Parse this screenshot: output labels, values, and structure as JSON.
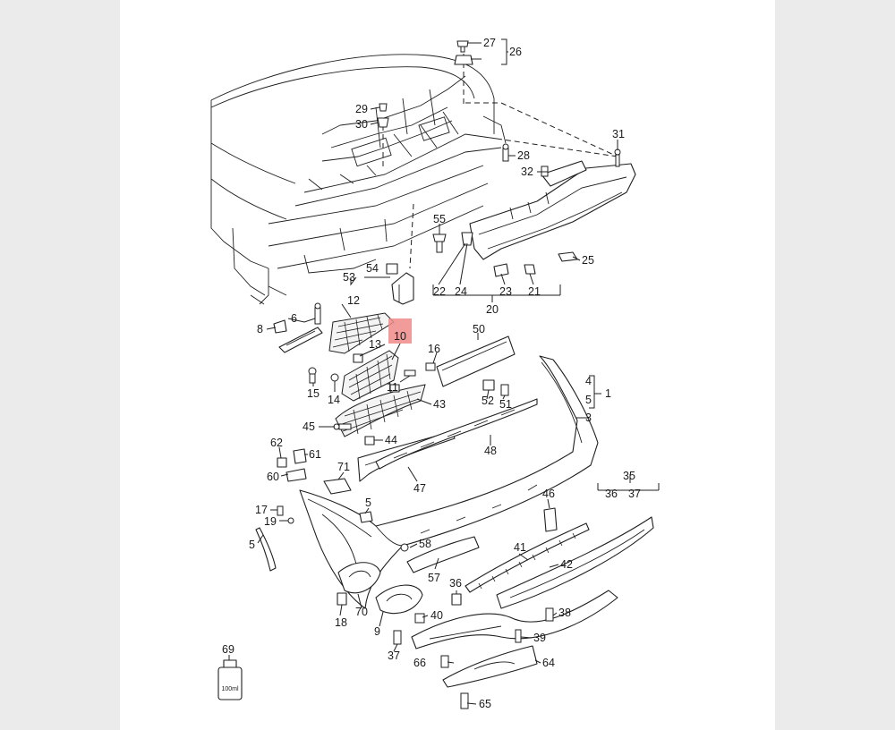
{
  "diagram": {
    "highlighted_callout": "10",
    "bottle_label": "100ml",
    "callouts": [
      {
        "id": "c1",
        "text": "1"
      },
      {
        "id": "c3",
        "text": "3"
      },
      {
        "id": "c4",
        "text": "4"
      },
      {
        "id": "c5",
        "text": "5"
      },
      {
        "id": "c5b",
        "text": "5"
      },
      {
        "id": "c6",
        "text": "6"
      },
      {
        "id": "c8",
        "text": "8"
      },
      {
        "id": "c9",
        "text": "9"
      },
      {
        "id": "c10",
        "text": "10"
      },
      {
        "id": "c11",
        "text": "11"
      },
      {
        "id": "c12",
        "text": "12"
      },
      {
        "id": "c13",
        "text": "13"
      },
      {
        "id": "c14",
        "text": "14"
      },
      {
        "id": "c15",
        "text": "15"
      },
      {
        "id": "c16",
        "text": "16"
      },
      {
        "id": "c17",
        "text": "17"
      },
      {
        "id": "c18",
        "text": "18"
      },
      {
        "id": "c19",
        "text": "19"
      },
      {
        "id": "c20",
        "text": "20"
      },
      {
        "id": "c21",
        "text": "21"
      },
      {
        "id": "c22",
        "text": "22"
      },
      {
        "id": "c23",
        "text": "23"
      },
      {
        "id": "c24",
        "text": "24"
      },
      {
        "id": "c25",
        "text": "25"
      },
      {
        "id": "c26",
        "text": "26"
      },
      {
        "id": "c27",
        "text": "27"
      },
      {
        "id": "c28",
        "text": "28"
      },
      {
        "id": "c29",
        "text": "29"
      },
      {
        "id": "c30",
        "text": "30"
      },
      {
        "id": "c31",
        "text": "31"
      },
      {
        "id": "c32",
        "text": "32"
      },
      {
        "id": "c35",
        "text": "35"
      },
      {
        "id": "c36a",
        "text": "36"
      },
      {
        "id": "c36b",
        "text": "36"
      },
      {
        "id": "c37a",
        "text": "37"
      },
      {
        "id": "c37b",
        "text": "37"
      },
      {
        "id": "c38",
        "text": "38"
      },
      {
        "id": "c39",
        "text": "39"
      },
      {
        "id": "c40",
        "text": "40"
      },
      {
        "id": "c41",
        "text": "41"
      },
      {
        "id": "c42",
        "text": "42"
      },
      {
        "id": "c43",
        "text": "43"
      },
      {
        "id": "c44",
        "text": "44"
      },
      {
        "id": "c45",
        "text": "45"
      },
      {
        "id": "c46",
        "text": "46"
      },
      {
        "id": "c47",
        "text": "47"
      },
      {
        "id": "c48",
        "text": "48"
      },
      {
        "id": "c50",
        "text": "50"
      },
      {
        "id": "c51",
        "text": "51"
      },
      {
        "id": "c52",
        "text": "52"
      },
      {
        "id": "c53",
        "text": "53"
      },
      {
        "id": "c54",
        "text": "54"
      },
      {
        "id": "c55",
        "text": "55"
      },
      {
        "id": "c57",
        "text": "57"
      },
      {
        "id": "c58",
        "text": "58"
      },
      {
        "id": "c60",
        "text": "60"
      },
      {
        "id": "c61",
        "text": "61"
      },
      {
        "id": "c62",
        "text": "62"
      },
      {
        "id": "c64",
        "text": "64"
      },
      {
        "id": "c65",
        "text": "65"
      },
      {
        "id": "c66",
        "text": "66"
      },
      {
        "id": "c69",
        "text": "69"
      },
      {
        "id": "c70",
        "text": "70"
      },
      {
        "id": "c71",
        "text": "71"
      }
    ]
  }
}
